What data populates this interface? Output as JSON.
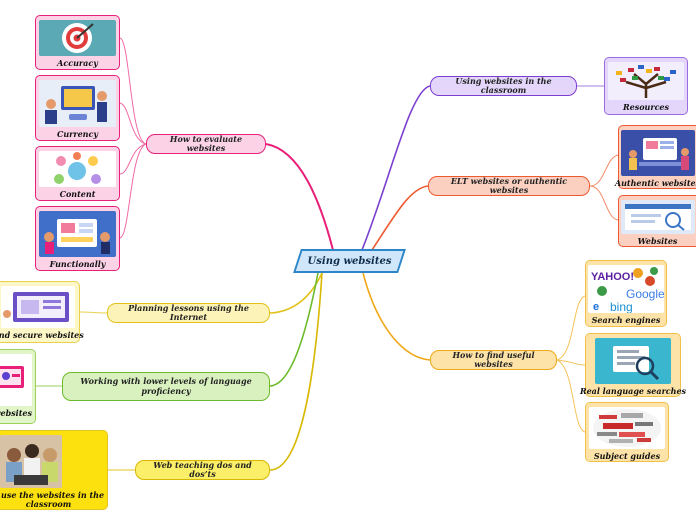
{
  "central": {
    "title": "Using websites"
  },
  "branches": {
    "evaluate": {
      "label": "How to evaluate websites",
      "color": "#e8207a"
    },
    "classroom": {
      "label": "Using websites in the classroom",
      "color": "#7b3fd0"
    },
    "elt": {
      "label": "ELT websites or authentic websites",
      "color": "#ee5a30"
    },
    "planning": {
      "label": "Planning lessons using the Internet",
      "color": "#e2c21a"
    },
    "lower": {
      "label": "Working with lower levels of language proficiency",
      "color": "#6cbb2a"
    },
    "dos": {
      "label": "Web teaching dos and dos’ts",
      "color": "#d8b800"
    },
    "find": {
      "label": "How to find useful websites",
      "color": "#f0a818"
    }
  },
  "cards": {
    "accuracy": {
      "caption": "Accuracy"
    },
    "currency": {
      "caption": "Currency"
    },
    "content": {
      "caption": "Content"
    },
    "functionally": {
      "caption": "Functionally"
    },
    "resources": {
      "caption": "Resources"
    },
    "authentic": {
      "caption": "Authentic websites"
    },
    "websites": {
      "caption": "Websites"
    },
    "search_engines": {
      "caption": "Search engines",
      "logo_texts": [
        "YAHOO!",
        "Google",
        "bing",
        "e"
      ]
    },
    "real_language": {
      "caption": "Real language searches"
    },
    "subject_guides": {
      "caption": "Subject guides"
    },
    "safe": {
      "caption": "g and secure websites"
    },
    "lower_websites": {
      "caption": "websites"
    },
    "dos_caption": {
      "line1": "o use the websites in the",
      "line2": "classroom"
    }
  }
}
